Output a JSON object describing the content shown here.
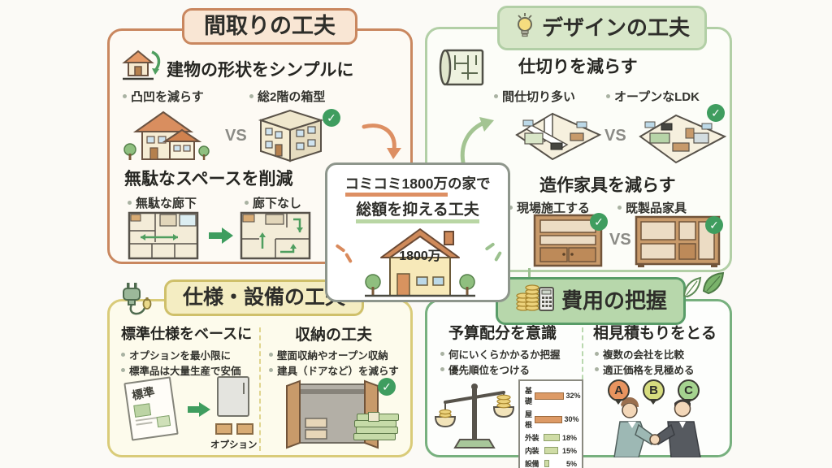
{
  "center_card": {
    "title_line1_hl": "コミコミ1800万",
    "title_line1_rest": "の家で",
    "title_line2": "総額を抑える工夫",
    "house_price": "1800万"
  },
  "panel_floorplan": {
    "header": "間取りの工夫",
    "s1_title": "建物の形状をシンプルに",
    "s1_b1": "凸凹を減らす",
    "s1_b2": "総2階の箱型",
    "s2_title": "無駄なスペースを削減",
    "s2_b1": "無駄な廊下",
    "s2_b2": "廊下なし"
  },
  "panel_design": {
    "header": "デザインの工夫",
    "s1_title": "仕切りを減らす",
    "s1_b1": "間仕切り多い",
    "s1_b2": "オープンなLDK",
    "s2_title": "造作家具を減らす",
    "s2_b1": "現場施工する",
    "s2_b2": "既製品家具"
  },
  "panel_spec": {
    "header": "仕様・設備の工夫",
    "c1_title": "標準仕様をベースに",
    "c1_b1": "オプションを最小限に",
    "c1_b2": "標準品は大量生産で安価",
    "standard_label": "標準",
    "option_label": "オプション",
    "c2_title": "収納の工夫",
    "c2_b1": "壁面収納やオープン収納",
    "c2_b2": "建具（ドアなど）を減らす"
  },
  "panel_cost": {
    "header": "費用の把握",
    "c1_title": "予算配分を意識",
    "c1_b1": "何にいくらかかるか把握",
    "c1_b2": "優先順位をつける",
    "c2_title": "相見積もりをとる",
    "c2_b1": "複数の会社を比較",
    "c2_b2": "適正価格を見極める",
    "bubble_a": "A",
    "bubble_b": "B",
    "bubble_c": "C"
  },
  "chart_data": {
    "type": "bar",
    "categories": [
      "基礎",
      "屋根",
      "外装",
      "内装",
      "設備"
    ],
    "values": [
      32,
      30,
      18,
      15,
      5
    ],
    "values_pct": [
      "32%",
      "30%",
      "18%",
      "15%",
      "5%"
    ],
    "unit": "%",
    "xlim": [
      0,
      32
    ],
    "bar_colors": [
      "#dd9a66",
      "#dd9a66",
      "#cfdca6",
      "#cfdca6",
      "#cfdca6"
    ],
    "bar_border_colors": [
      "#9c6a3e",
      "#9c6a3e",
      "#8ea06a",
      "#8ea06a",
      "#8ea06a"
    ],
    "title": "",
    "xlabel": "",
    "ylabel": ""
  },
  "labels": {
    "vs": "VS"
  },
  "icons": {
    "check": "✓"
  },
  "colors": {
    "accent_orange": "#c9875f",
    "accent_green": "#77b07e",
    "accent_yellow": "#d9cb79",
    "check_green": "#3f9d5f"
  }
}
